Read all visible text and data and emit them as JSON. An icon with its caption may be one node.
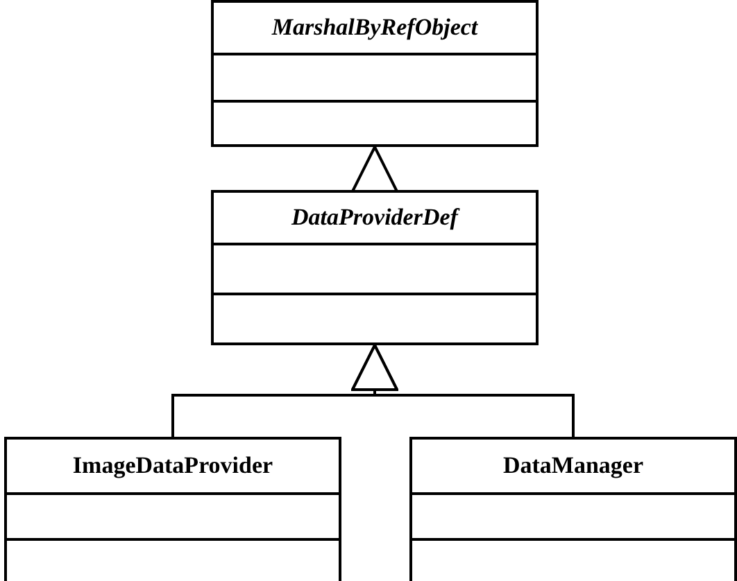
{
  "diagram": {
    "nodes": [
      {
        "text": [
          "MarshalByRefObject"
        ]
      },
      {
        "text": [
          "DataProviderDef"
        ]
      },
      {
        "text": [
          "ImageDataProvider"
        ]
      },
      {
        "text": [
          "DataManager"
        ]
      }
    ],
    "edges": [
      {
        "from": 1,
        "to": 0,
        "arrow": "to"
      },
      {
        "from": 2,
        "to": 1,
        "arrow": "to"
      },
      {
        "from": 3,
        "to": 1,
        "arrow": "to"
      }
    ]
  }
}
